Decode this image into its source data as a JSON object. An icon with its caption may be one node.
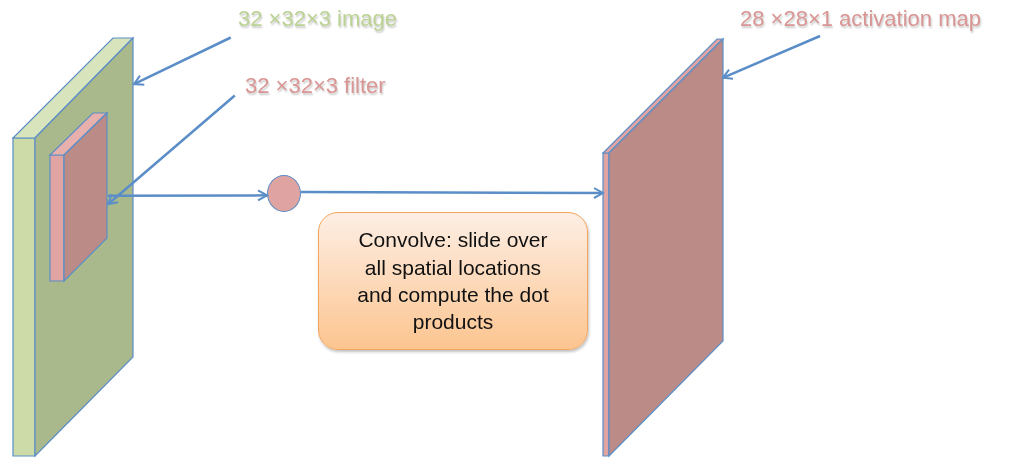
{
  "diagram": {
    "nodes": [
      {
        "text": [
          "32 ×32×3 image"
        ]
      },
      {
        "text": [
          "32 ×32×3 filter"
        ]
      },
      {
        "text": [
          "28 ×28×1 activation map"
        ]
      },
      {
        "text": [],
        "shape": "box"
      },
      {
        "text": [],
        "shape": "box",
        "in": 3
      },
      {
        "text": [],
        "shape": "circle"
      },
      {
        "text": [
          "Convolve: slide over all spatial locations and compute the dot products"
        ]
      },
      {
        "text": [],
        "shape": "box"
      }
    ],
    "edges": [
      {
        "from": 0,
        "to": 3,
        "arrow": "to"
      },
      {
        "from": 1,
        "to": 4,
        "arrow": "to"
      },
      {
        "from": 4,
        "to": 5,
        "arrow": "to"
      },
      {
        "from": 5,
        "to": 7,
        "arrow": "to"
      },
      {
        "from": 2,
        "to": 7,
        "arrow": "to"
      }
    ]
  }
}
